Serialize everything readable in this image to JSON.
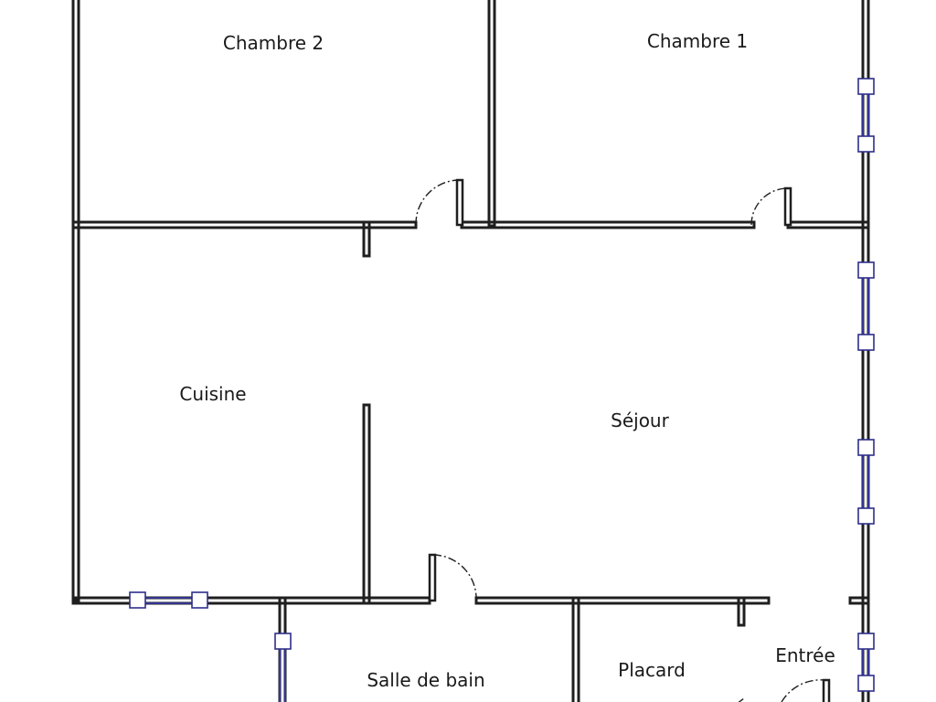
{
  "floor_plan": {
    "rooms": [
      {
        "id": "chambre-2",
        "label": "Chambre 2"
      },
      {
        "id": "chambre-1",
        "label": "Chambre 1"
      },
      {
        "id": "cuisine",
        "label": "Cuisine"
      },
      {
        "id": "sejour",
        "label": "Séjour"
      },
      {
        "id": "salle-de-bain",
        "label": "Salle de bain"
      },
      {
        "id": "placard",
        "label": "Placard"
      },
      {
        "id": "entree",
        "label": "Entrée"
      }
    ],
    "colors": {
      "wall": "#1f1f1f",
      "window": "#3a3ab5",
      "background": "#ffffff"
    }
  }
}
